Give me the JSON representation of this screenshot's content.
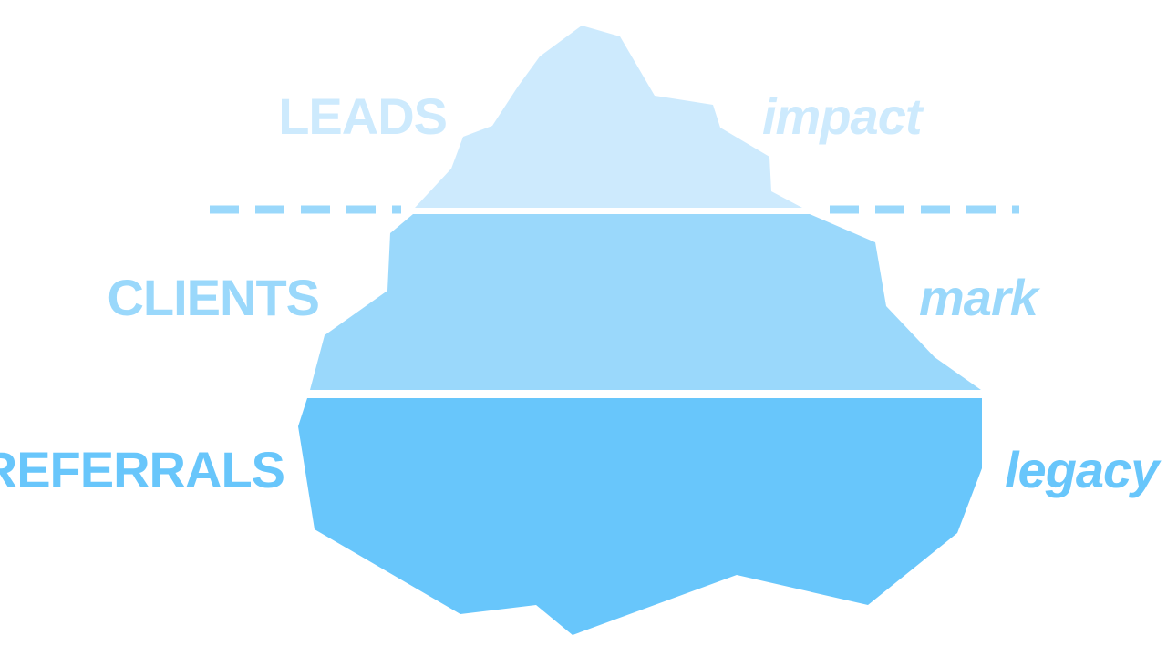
{
  "colors": {
    "tip": "#cdeafd",
    "middle": "#9ad8fb",
    "base": "#68c6fb",
    "waterline": "#9ad8fb",
    "background": "#ffffff"
  },
  "layers": [
    {
      "id": "tip",
      "left_label": "LEADS",
      "right_label": "impact"
    },
    {
      "id": "middle",
      "left_label": "CLIENTS",
      "right_label": "mark"
    },
    {
      "id": "base",
      "left_label": "REFERRALS",
      "right_label": "legacy"
    }
  ]
}
